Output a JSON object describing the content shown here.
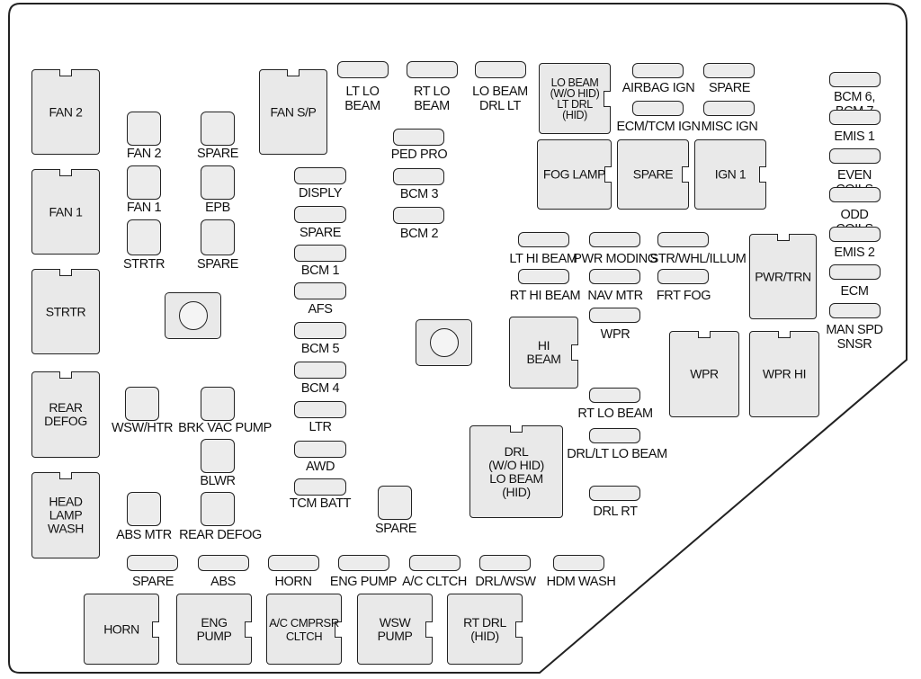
{
  "big_fuses": {
    "fan2": "FAN 2",
    "fan1": "FAN 1",
    "strtr": "STRTR",
    "rear_defog": "REAR\nDEFOG",
    "head_lamp_wash": "HEAD\nLAMP\nWASH",
    "fan_sp": "FAN S/P",
    "lo_beam": "LO BEAM\n(W/O HID)\nLT DRL\n(HID)",
    "fog_lamp": "FOG LAMP",
    "spare_relay": "SPARE",
    "ign1": "IGN 1",
    "pwr_trn": "PWR/TRN",
    "hi_beam": "HI\nBEAM",
    "wpr": "WPR",
    "wpr_hi": "WPR HI",
    "drl": "DRL\n(W/O HID)\nLO BEAM\n(HID)",
    "horn": "HORN",
    "eng_pump": "ENG\nPUMP",
    "ac_cmprsr": "A/C CMPRSR\nCLTCH",
    "wsw_pump": "WSW\nPUMP",
    "rt_drl": "RT DRL\n(HID)"
  },
  "labels": {
    "fan2_small": "FAN 2",
    "spare_a": "SPARE",
    "fan1_small": "FAN 1",
    "epb": "EPB",
    "strtr_small": "STRTR",
    "spare_b": "SPARE",
    "wsw_htr": "WSW/HTR",
    "brk_vac_pump": "BRK VAC PUMP",
    "blwr": "BLWR",
    "abs_mtr": "ABS MTR",
    "rear_defog_small": "REAR DEFOG",
    "lt_lo_beam": "LT LO\nBEAM",
    "rt_lo_beam_top": "RT LO\nBEAM",
    "lo_beam_drl_lt": "LO BEAM\nDRL LT",
    "ped_pro": "PED PRO",
    "bcm3": "BCM 3",
    "bcm2": "BCM 2",
    "disply": "DISPLY",
    "spare_c": "SPARE",
    "bcm1": "BCM 1",
    "afs": "AFS",
    "bcm5": "BCM 5",
    "bcm4": "BCM 4",
    "ltr": "LTR",
    "awd": "AWD",
    "tcm_batt": "TCM BATT",
    "spare_d": "SPARE",
    "airbag_ign": "AIRBAG IGN",
    "spare_e": "SPARE",
    "ecm_tcm_ign": "ECM/TCM IGN",
    "misc_ign": "MISC IGN",
    "bcm6_bcm7": "BCM 6, BCM 7",
    "emis1": "EMIS 1",
    "even_coils": "EVEN COILS",
    "odd_coils": "ODD COILS",
    "emis2": "EMIS 2",
    "ecm": "ECM",
    "man_spd_snsr": "MAN SPD\nSNSR",
    "lt_hi_beam": "LT HI BEAM",
    "pwr_moding": "PWR MODING",
    "str_whl_illum": "STR/WHL/ILLUM",
    "rt_hi_beam": "RT HI BEAM",
    "nav_mtr": "NAV MTR",
    "frt_fog": "FRT FOG",
    "wpr_small": "WPR",
    "rt_lo_beam": "RT LO BEAM",
    "drl_lt_lo_beam": "DRL/LT LO BEAM",
    "drl_rt": "DRL RT",
    "spare_f": "SPARE",
    "abs": "ABS",
    "horn_small": "HORN",
    "eng_pump_small": "ENG PUMP",
    "ac_cltch": "A/C CLTCH",
    "drl_wsw": "DRL/WSW",
    "hdm_wash": "HDM WASH"
  },
  "colors": {
    "stroke": "#222222",
    "fill": "#ececec",
    "background": "#ffffff"
  }
}
